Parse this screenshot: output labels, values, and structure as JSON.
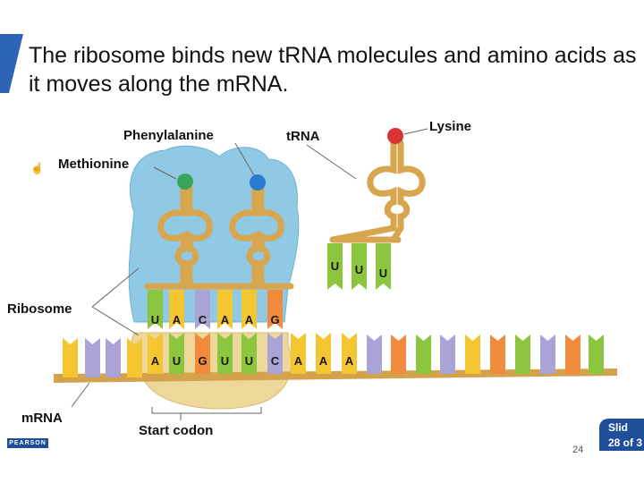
{
  "title": "The ribosome binds new tRNA molecules and amino acids as it moves along the m​RNA.",
  "labels": {
    "phenylalanine": "Phenylalanine",
    "trna": "tRNA",
    "lysine": "Lysine",
    "methionine": "Methionine",
    "ribosome": "Ribosome",
    "mrna": "mRNA",
    "start_codon": "Start codon"
  },
  "anticodons_bound": [
    "U",
    "A",
    "C",
    "A",
    "A",
    "G"
  ],
  "anticodon_incoming": [
    "U",
    "U",
    "U"
  ],
  "mrna_bases": [
    "A",
    "U",
    "G",
    "U",
    "U",
    "C",
    "A",
    "A",
    "A"
  ],
  "footer": {
    "publisher": "PEARSON",
    "slide_line1": "Slid",
    "slide_line2": "28 of 3",
    "page_number": "24"
  },
  "colors": {
    "ribosome": "#8fc9e3",
    "mrna_backbone": "#d3a24a",
    "trna": "#d7a64e",
    "amino_methionine": "#3aa55a",
    "amino_phenylalanine": "#2b7bd0",
    "amino_lysine": "#d93434",
    "base_yellow": "#f3c632",
    "base_green": "#8cc63e",
    "base_orange": "#f08a3c",
    "base_purple": "#a9a3d6"
  }
}
